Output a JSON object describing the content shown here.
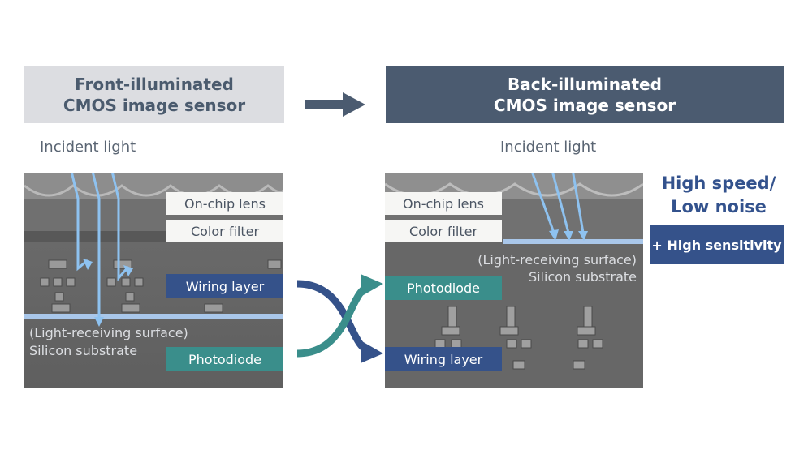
{
  "front": {
    "title_line1": "Front-illuminated",
    "title_line2": "CMOS image sensor",
    "incident_light": "Incident light",
    "labels": {
      "on_chip_lens": "On-chip lens",
      "color_filter": "Color filter",
      "wiring_layer": "Wiring layer",
      "photodiode": "Photodiode"
    },
    "surface_line1": "(Light-receiving surface)",
    "surface_line2": "Silicon substrate"
  },
  "back": {
    "title_line1": "Back-illuminated",
    "title_line2": "CMOS image sensor",
    "incident_light": "Incident light",
    "labels": {
      "on_chip_lens": "On-chip lens",
      "color_filter": "Color filter",
      "photodiode": "Photodiode",
      "wiring_layer": "Wiring layer"
    },
    "surface_line1": "(Light-receiving surface)",
    "surface_line2": "Silicon substrate"
  },
  "features": {
    "title_line1": "High speed/",
    "title_line2": "Low noise",
    "badge": "+ High sensitivity"
  },
  "colors": {
    "header_front_bg": "#dcdde1",
    "header_back_bg": "#4b5b70",
    "arrow_dark": "#4b5b70",
    "light_ray": "#8ec2f0",
    "wiring_blue": "#35528a",
    "photodiode_teal": "#3a8e8b"
  },
  "icons": [
    "right-arrow-icon",
    "swap-arrows-icon",
    "light-ray-icon"
  ]
}
